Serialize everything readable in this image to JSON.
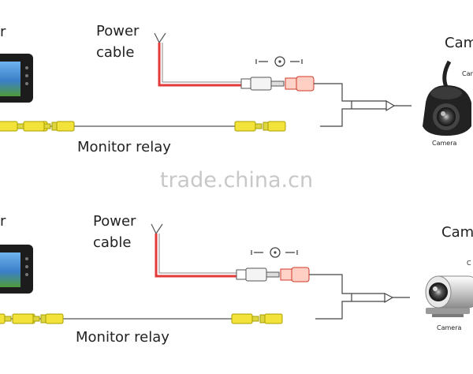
{
  "panels": [
    {
      "monitor_label_fragment": "r",
      "power_label_line1": "Power",
      "power_label_line2": "cable",
      "relay_label": "Monitor relay",
      "camera_title_fragment": "Cam",
      "camera_tag_fragment": "Camera",
      "camera_caption": "Camera",
      "camera_style": "dome"
    },
    {
      "monitor_label_fragment": "r",
      "power_label_line1": "Power",
      "power_label_line2": "cable",
      "relay_label": "Monitor relay",
      "camera_title_fragment": "Cam",
      "camera_tag_fragment": "C",
      "camera_caption": "Camera",
      "camera_style": "bullet"
    }
  ],
  "watermark": "trade.china.cn",
  "icons": [
    "dc-power-symbol-icon",
    "monitor-icon",
    "camera-icon"
  ],
  "colors": {
    "power_wire": "#e23a3a",
    "video_wire": "#f2e23a",
    "connector_outline": "#8a8a00",
    "label": "#222222",
    "watermark": "#c8c8c8",
    "monitor_screen": "#3b7fc8"
  }
}
